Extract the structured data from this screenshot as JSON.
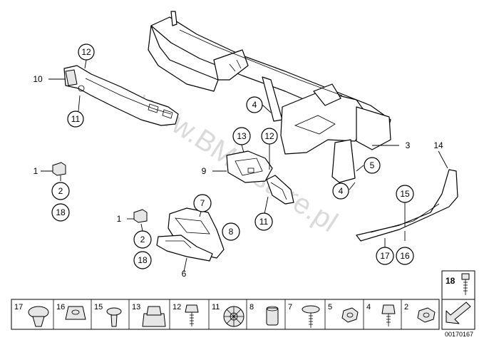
{
  "watermark": "www.BMWstore.pl",
  "diagram_code": "00170167",
  "callouts": {
    "c12a": "12",
    "c11a": "11",
    "c10": "10",
    "c1a": "1",
    "c2a": "2",
    "c18a": "18",
    "c4a": "4",
    "c3": "3",
    "c5": "5",
    "c4b": "4",
    "c13": "13",
    "c12b": "12",
    "c9": "9",
    "c11b": "11",
    "c7": "7",
    "c8": "8",
    "c6": "6",
    "c1b": "1",
    "c2b": "2",
    "c18b": "18",
    "c14": "14",
    "c15": "15",
    "c17": "17",
    "c16": "16"
  },
  "parts_strip": [
    "17",
    "16",
    "15",
    "13",
    "12",
    "11",
    "8",
    "7",
    "5",
    "4",
    "2"
  ],
  "corner_box": {
    "number": "18"
  }
}
